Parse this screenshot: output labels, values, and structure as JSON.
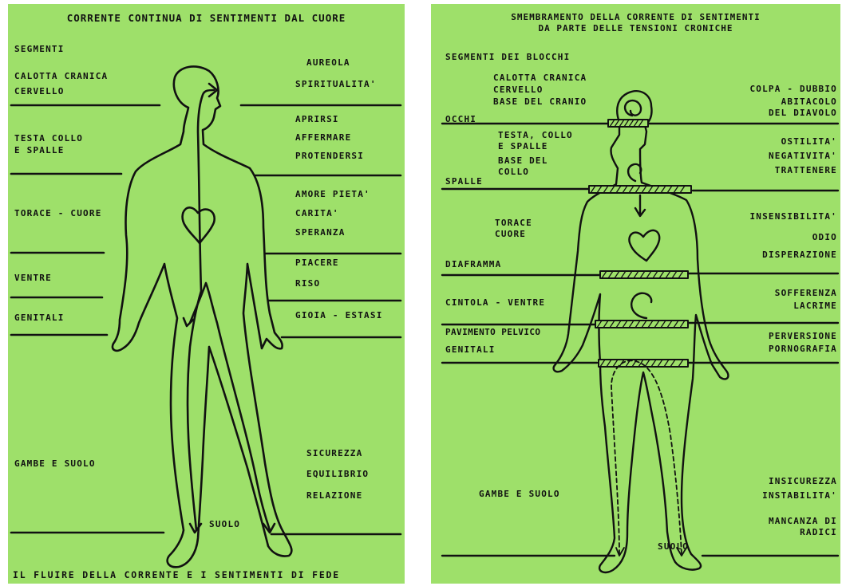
{
  "left": {
    "title": "CORRENTE CONTINUA DI SENTIMENTI DAL CUORE",
    "segments_heading": "SEGMENTI",
    "left_labels": [
      "CALOTTA CRANICA",
      "CERVELLO",
      "TESTA COLLO",
      "E SPALLE",
      "TORACE - CUORE",
      "VENTRE",
      "GENITALI",
      "GAMBE E SUOLO"
    ],
    "right_labels": [
      "AUREOLA",
      "SPIRITUALITA'",
      "APRIRSI",
      "AFFERMARE",
      "PROTENDERSI",
      "AMORE PIETA'",
      "CARITA'",
      "SPERANZA",
      "PIACERE",
      "RISO",
      "GIOIA - ESTASI",
      "SICUREZZA",
      "EQUILIBRIO",
      "RELAZIONE"
    ],
    "ground_label": "SUOLO",
    "caption": "IL FLUIRE DELLA CORRENTE E I SENTIMENTI DI FEDE"
  },
  "right": {
    "title_line1": "SMEMBRAMENTO DELLA CORRENTE DI SENTIMENTI",
    "title_line2": "DA PARTE DELLE TENSIONI CRONICHE",
    "segments_heading": "SEGMENTI DEI BLOCCHI",
    "head_labels": [
      "CALOTTA CRANICA",
      "CERVELLO",
      "BASE DEL CRANIO",
      "TESTA, COLLO",
      "E SPALLE",
      "BASE DEL",
      "COLLO",
      "TORACE",
      "CUORE"
    ],
    "block_labels": [
      "OCCHI",
      "SPALLE",
      "DIAFRAMMA",
      "CINTOLA - VENTRE",
      "PAVIMENTO PELVICO",
      "GENITALI",
      "GAMBE E SUOLO"
    ],
    "right_labels": [
      "COLPA - DUBBIO",
      "ABITACOLO",
      "DEL DIAVOLO",
      "OSTILITA'",
      "NEGATIVITA'",
      "TRATTENERE",
      "INSENSIBILITA'",
      "ODIO",
      "DISPERAZIONE",
      "SOFFERENZA",
      "LACRIME",
      "PERVERSIONE",
      "PORNOGRAFIA",
      "INSICUREZZA",
      "INSTABILITA'",
      "MANCANZA DI",
      "RADICI"
    ],
    "ground_label": "SUOLO"
  },
  "colors": {
    "background": "#9ee06a",
    "ink": "#111111"
  }
}
